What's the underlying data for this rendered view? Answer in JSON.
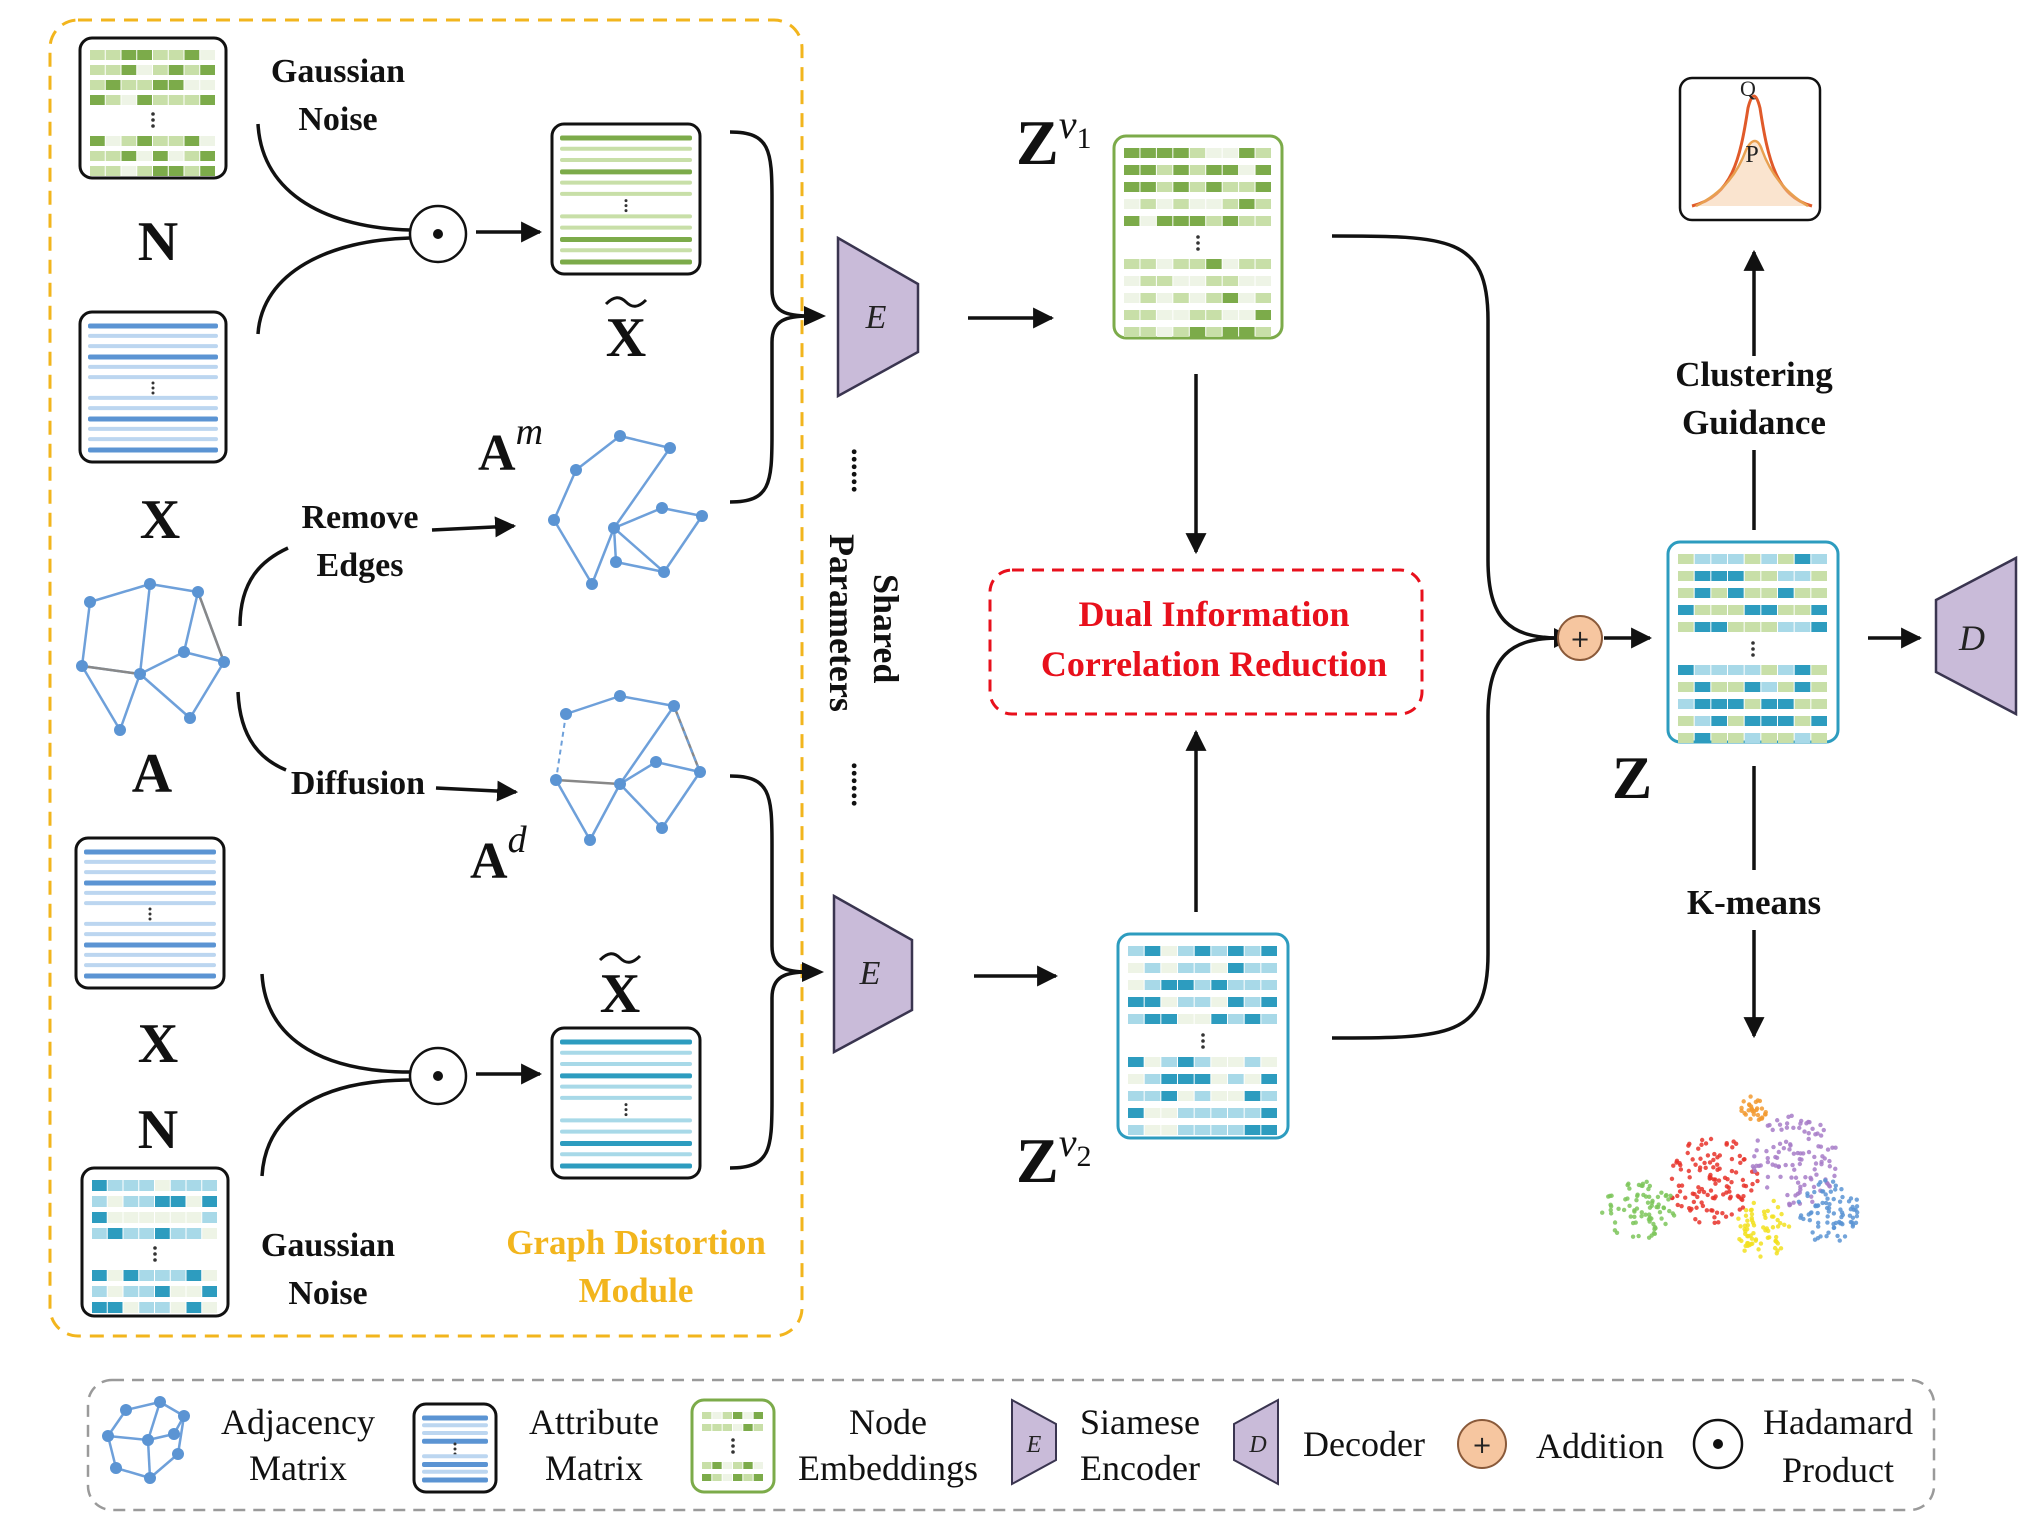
{
  "graph_distortion_module": {
    "title_line1": "Graph Distortion",
    "title_line2": "Module",
    "top_noise_line1": "Gaussian",
    "top_noise_line2": "Noise",
    "bottom_noise_line1": "Gaussian",
    "bottom_noise_line2": "Noise",
    "label_N_top": "N",
    "label_X_top": "X",
    "label_A": "A",
    "label_X_bottom": "X",
    "label_N_bottom": "N",
    "label_Xtilde_top": "X",
    "label_Xtilde_bottom": "X",
    "remove_edges_line1": "Remove",
    "remove_edges_line2": "Edges",
    "diffusion": "Diffusion",
    "label_Am_base": "A",
    "label_Am_sup": "m",
    "label_Ad_base": "A",
    "label_Ad_sup": "d",
    "hadamard_symbol": "⊙"
  },
  "encoders": {
    "top_letter": "E",
    "bottom_letter": "E",
    "shared_line1": "Shared",
    "shared_line2": "Parameters",
    "dots": "......"
  },
  "embeddings": {
    "zv1_base": "Z",
    "zv1_sup": "v",
    "zv1_sub": "1",
    "zv2_base": "Z",
    "zv2_sup": "v",
    "zv2_sub": "2",
    "dicr_line1": "Dual Information",
    "dicr_line2": "Correlation Reduction"
  },
  "output": {
    "z_label": "Z",
    "plus_symbol": "+",
    "decoder_letter": "D",
    "clustering_line1": "Clustering",
    "clustering_line2": "Guidance",
    "kmeans": "K-means",
    "q_label": "Q",
    "p_label": "P"
  },
  "legend": {
    "adjacency_line1": "Adjacency",
    "adjacency_line2": "Matrix",
    "attribute_line1": "Attribute",
    "attribute_line2": "Matrix",
    "node_line1": "Node",
    "node_line2": "Embeddings",
    "siamese_line1": "Siamese",
    "siamese_line2": "Encoder",
    "siamese_icon_letter": "E",
    "decoder": "Decoder",
    "decoder_icon_letter": "D",
    "addition": "Addition",
    "addition_icon": "+",
    "hadamard_line1": "Hadamard",
    "hadamard_line2": "Product",
    "hadamard_icon": "⊙"
  },
  "colors": {
    "module_border": "#f2b51d",
    "module_title": "#f2b51d",
    "dicr_border": "#e8101c",
    "dicr_text": "#e8101c",
    "encoder_fill": "#c9bbd9",
    "encoder_stroke": "#3a3550",
    "plus_fill": "#f6c6a0",
    "green_dark": "#7cab4a",
    "green_light": "#c8dfa8",
    "blue_dark": "#5b94d3",
    "blue_light": "#bcd6f0",
    "teal_dark": "#2d9cbf",
    "teal_light": "#a8d9e8",
    "graph_node": "#5b94d3",
    "graph_edge": "#6ea0da",
    "graph_gray_edge": "#888888"
  }
}
